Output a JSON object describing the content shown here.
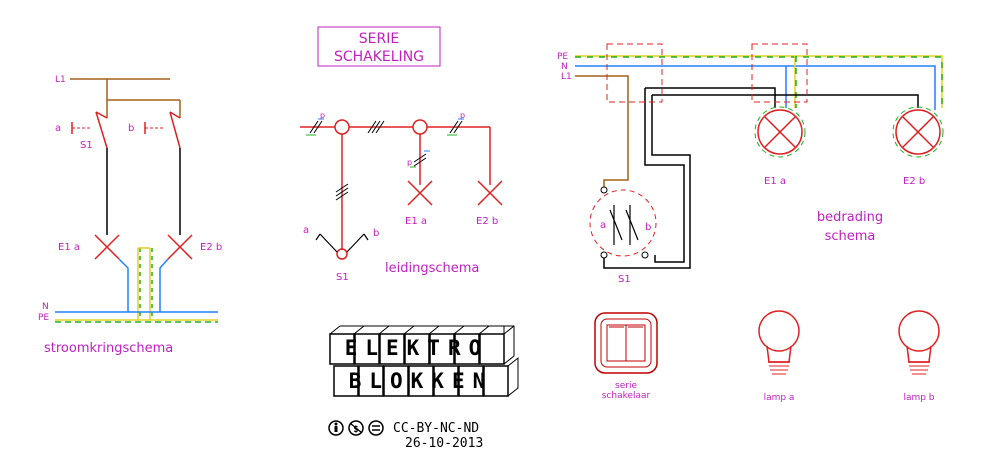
{
  "title_box": {
    "line1": "SERIE",
    "line2": "SCHAKELING"
  },
  "stroomkring": {
    "caption": "stroomkringschema",
    "l1": "L1",
    "n": "N",
    "pe": "PE",
    "switch_a": "a",
    "switch_b": "b",
    "switch_name": "S1",
    "lamp1": "E1  a",
    "lamp2": "E2  b"
  },
  "leiding": {
    "caption": "leidingschema",
    "switch_name": "S1",
    "switch_a": "a",
    "switch_b": "b",
    "lamp1": "E1  a",
    "lamp2": "E2  b",
    "marker": "p"
  },
  "bedrading": {
    "caption_line1": "bedrading",
    "caption_line2": "schema",
    "pe": "PE",
    "n": "N",
    "l1": "L1",
    "lamp1": "E1  a",
    "lamp2": "E2  b",
    "switch_name": "S1",
    "switch_a": "a",
    "switch_b": "b"
  },
  "symbols": {
    "switch_label_1": "serie",
    "switch_label_2": "schakelaar",
    "lamp_a": "lamp  a",
    "lamp_b": "lamp  b"
  },
  "logo": {
    "word1": "ELEKTRO",
    "word2": "BLOKKEN",
    "license": "CC-BY-NC-ND",
    "date": "26-10-2013"
  },
  "colors": {
    "brown": "#a0601c",
    "blue": "#2080ff",
    "yellow": "#e0d020",
    "green": "#20b020",
    "red": "#e02020",
    "magenta": "#c020c0",
    "black": "#000000"
  }
}
